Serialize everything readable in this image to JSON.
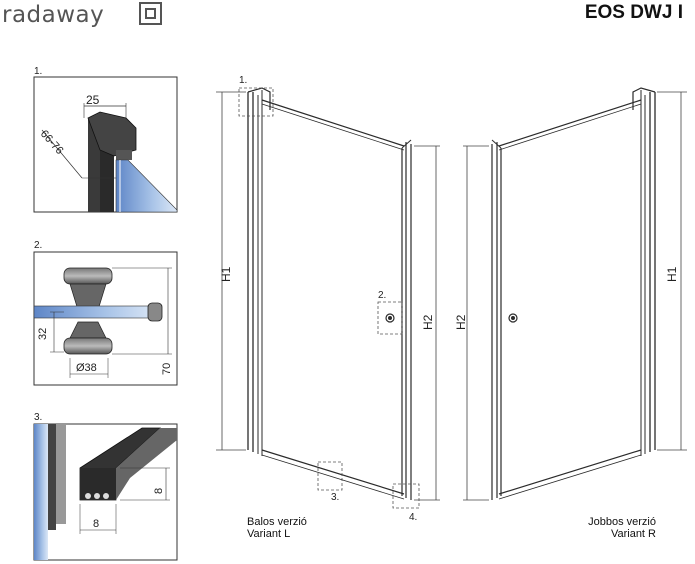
{
  "brand": {
    "name": "radaway"
  },
  "model": {
    "title": "EOS DWJ I"
  },
  "details": [
    {
      "number": "1.",
      "dims": [
        "25",
        "66-76"
      ]
    },
    {
      "number": "2.",
      "dims": [
        "32",
        "Ø38",
        "70"
      ]
    },
    {
      "number": "3.",
      "dims": [
        "8",
        "8"
      ]
    }
  ],
  "main": {
    "markers": [
      "1.",
      "2.",
      "3.",
      "4."
    ],
    "dims": {
      "h1": "H1",
      "h2": "H2"
    }
  },
  "variants": {
    "left": {
      "line1": "Balos verzió",
      "line2": "Variant L"
    },
    "right": {
      "line1": "Jobbos verzió",
      "line2": "Variant R"
    }
  },
  "colors": {
    "frame": "#2b2b2b",
    "glass": "#8fb3dd",
    "line": "#333333"
  }
}
